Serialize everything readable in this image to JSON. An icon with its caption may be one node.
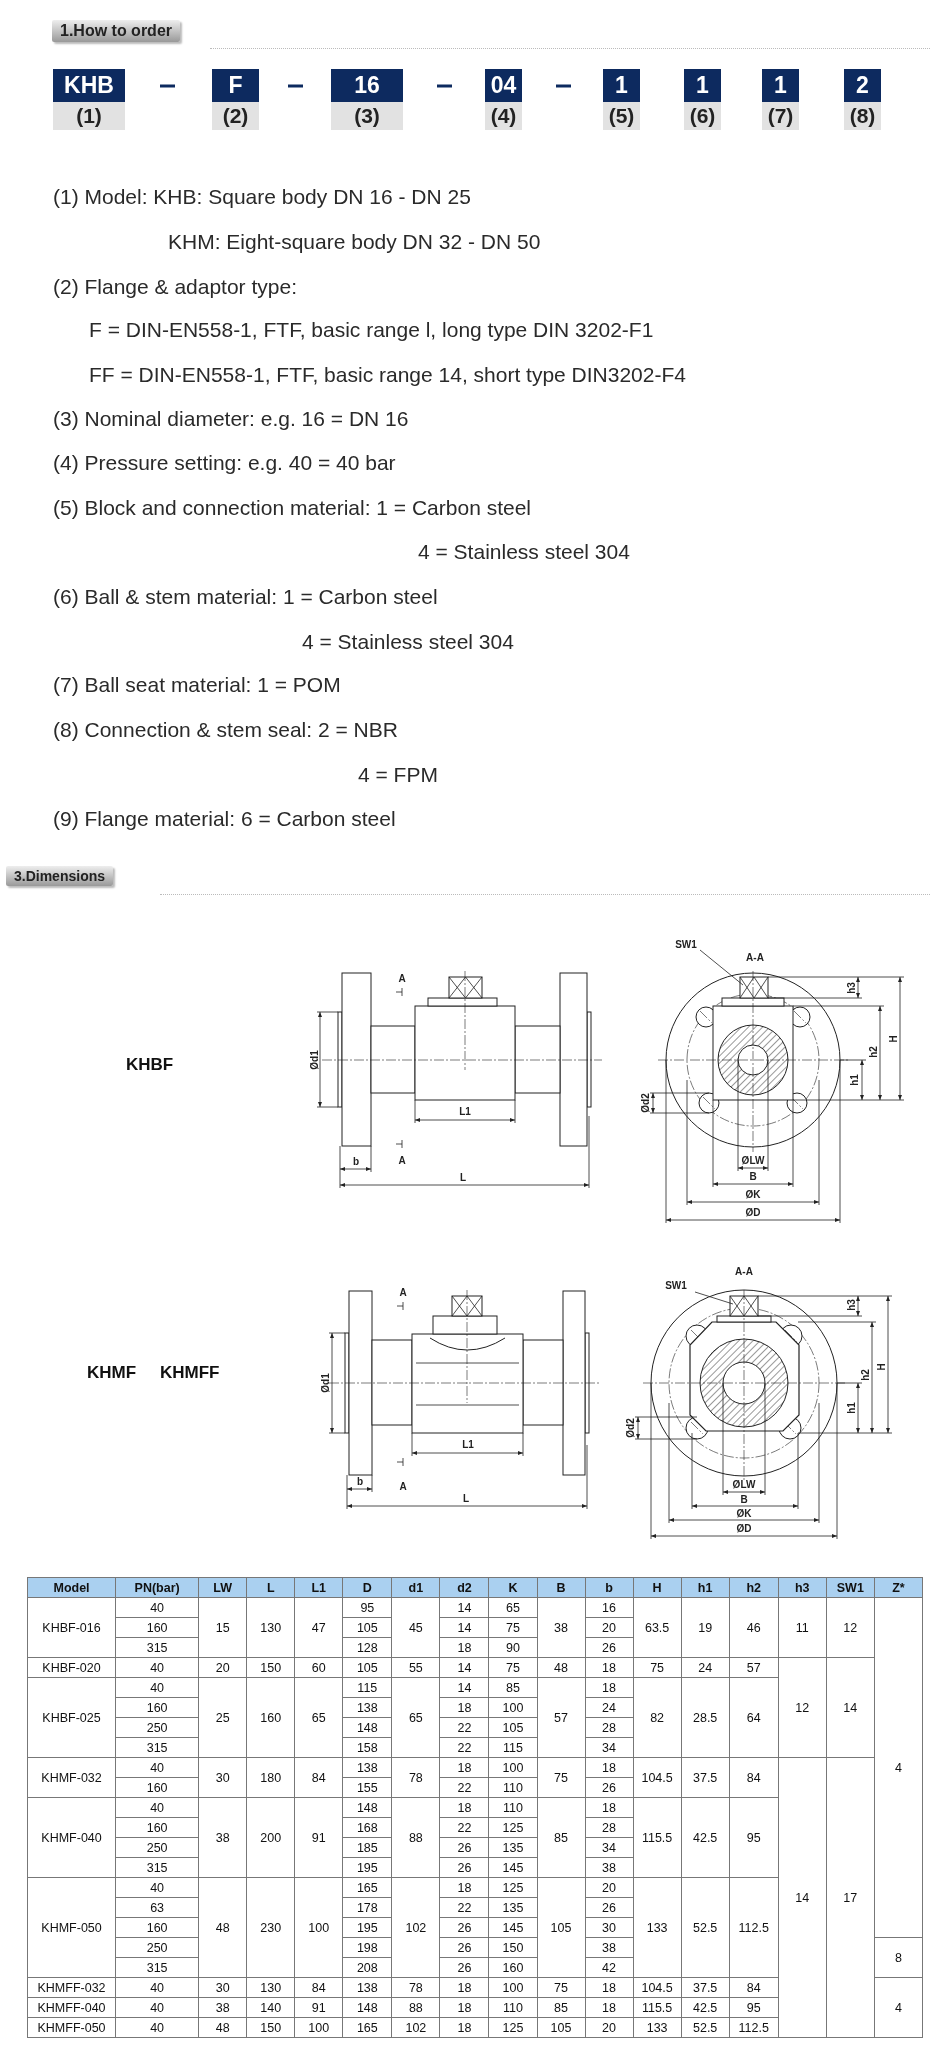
{
  "diagram": {
    "nodes": [
      {
        "text": [
          "KHB"
        ]
      },
      {
        "text": [
          "F"
        ]
      },
      {
        "text": [
          "16"
        ]
      },
      {
        "text": [
          "04"
        ]
      },
      {
        "text": [
          "1"
        ]
      },
      {
        "text": [
          "1"
        ]
      },
      {
        "text": [
          "1"
        ]
      },
      {
        "text": [
          "2"
        ]
      },
      {
        "text": [
          "(1)"
        ]
      },
      {
        "text": [
          "(2)"
        ]
      },
      {
        "text": [
          "(3)"
        ]
      },
      {
        "text": [
          "(4)"
        ]
      },
      {
        "text": [
          "(5)"
        ]
      },
      {
        "text": [
          "(6)"
        ]
      },
      {
        "text": [
          "(7)"
        ]
      },
      {
        "text": [
          "(8)"
        ]
      }
    ],
    "labels": [
      "1.How to order",
      "(1) Model:  KHB: Square body DN 16 - DN 25",
      "KHM: Eight-square body DN 32 - DN 50",
      "(2) Flange & adaptor type:",
      "F = DIN-EN558-1,  FTF, basic range l, long type DIN 3202-F1",
      "FF = DIN-EN558-1, FTF, basic range 14, short type DIN3202-F4",
      "(3) Nominal diameter: e.g. 16 = DN 16",
      "(4) Pressure setting: e.g. 40 = 40 bar",
      "(5) Block and connection material: 1 = Carbon steel",
      "4 = Stainless steel 304",
      "(6) Ball & stem material: 1 = Carbon steel",
      "4 = Stainless steel 304",
      "(7) Ball seat material: 1 = POM",
      "(8) Connection & stem seal: 2 = NBR",
      "4 = FPM",
      "(9) Flange material: 6 = Carbon steel",
      "3.Dimensions",
      "KHBF",
      "A",
      "Ød1",
      "L1",
      "b",
      "A",
      "L",
      "SW1",
      "A-A",
      "h3",
      "H",
      "h2",
      "h1",
      "Ød2",
      "ØLW",
      "B",
      "ØK",
      "ØD",
      "KHMF",
      "KHMFF",
      "A",
      "Ød1",
      "L1",
      "b",
      "A",
      "L",
      "A-A",
      "SW1",
      "h3",
      "H",
      "h2",
      "h1",
      "Ød2",
      "ØLW",
      "B",
      "ØK",
      "ØD",
      "Model",
      "PN(bar)",
      "LW",
      "L",
      "L1",
      "D",
      "d1",
      "d2",
      "K",
      "B",
      "b",
      "H",
      "h1",
      "h2",
      "h3",
      "SW1",
      "Z*",
      "KHBF-016",
      "40",
      "15",
      "130",
      "47",
      "95",
      "45",
      "14",
      "65",
      "38",
      "16",
      "63.5",
      "19",
      "46",
      "11",
      "12",
      "4",
      "160",
      "105",
      "14",
      "75",
      "20",
      "315",
      "128",
      "18",
      "90",
      "26",
      "KHBF-020",
      "40",
      "20",
      "150",
      "60",
      "105",
      "55",
      "14",
      "75",
      "48",
      "18",
      "75",
      "24",
      "57",
      "12",
      "14",
      "KHBF-025",
      "40",
      "25",
      "160",
      "65",
      "115",
      "65",
      "14",
      "85",
      "57",
      "18",
      "82",
      "28.5",
      "64",
      "160",
      "138",
      "18",
      "100",
      "24",
      "250",
      "148",
      "22",
      "105",
      "28",
      "315",
      "158",
      "22",
      "115",
      "34",
      "KHMF-032",
      "40",
      "30",
      "180",
      "84",
      "138",
      "78",
      "18",
      "100",
      "75",
      "18",
      "104.5",
      "37.5",
      "84",
      "14",
      "17",
      "160",
      "155",
      "22",
      "110",
      "26",
      "KHMF-040",
      "40",
      "38",
      "200",
      "91",
      "148",
      "88",
      "18",
      "110",
      "85",
      "18",
      "115.5",
      "42.5",
      "95",
      "160",
      "168",
      "22",
      "125",
      "28",
      "250",
      "185",
      "26",
      "135",
      "34",
      "315",
      "195",
      "26",
      "145",
      "38",
      "KHMF-050",
      "40",
      "48",
      "230",
      "100",
      "165",
      "102",
      "18",
      "125",
      "105",
      "20",
      "133",
      "52.5",
      "112.5",
      "63",
      "178",
      "22",
      "135",
      "26",
      "160",
      "195",
      "26",
      "145",
      "30",
      "250",
      "198",
      "26",
      "150",
      "38",
      "8",
      "315",
      "208",
      "26",
      "160",
      "42",
      "KHMFF-032",
      "40",
      "30",
      "130",
      "84",
      "138",
      "78",
      "18",
      "100",
      "75",
      "18",
      "104.5",
      "37.5",
      "84",
      "KHMFF-040",
      "40",
      "38",
      "140",
      "91",
      "148",
      "88",
      "18",
      "110",
      "85",
      "18",
      "115.5",
      "42.5",
      "95",
      "4",
      "KHMFF-050",
      "40",
      "48",
      "150",
      "100",
      "165",
      "102",
      "18",
      "125",
      "105",
      "20",
      "133",
      "52.5",
      "112.5"
    ]
  }
}
